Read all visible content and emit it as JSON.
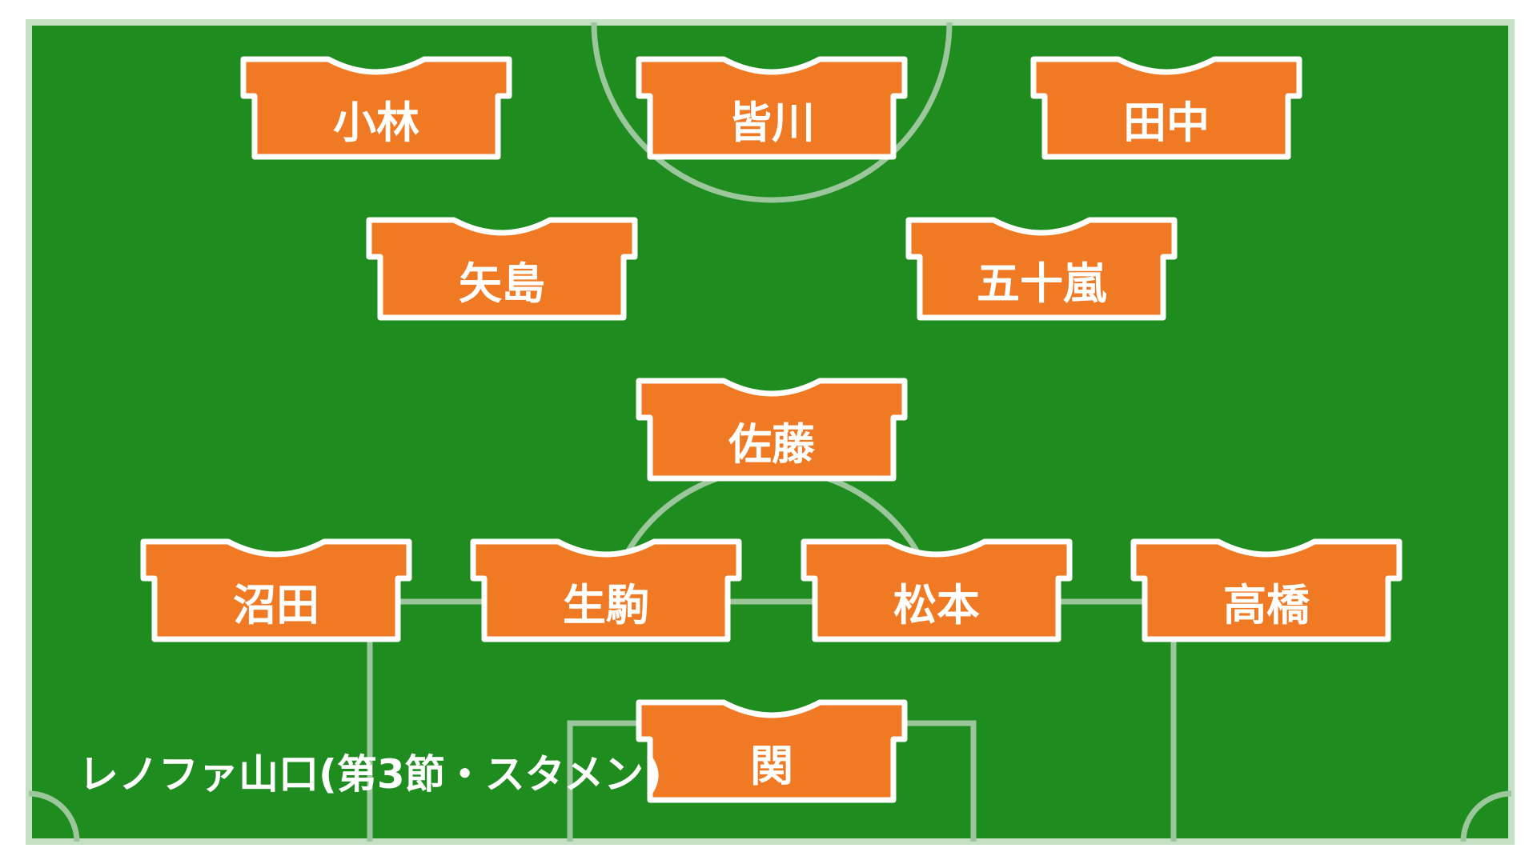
{
  "caption": "レノファ山口(第3節・スタメン)",
  "colors": {
    "pitch": "#1e8c1e",
    "lines": "#9cc79c",
    "border": "#c6e0c6",
    "shirt": "#f07a24",
    "shirt_outline": "#ffffff"
  },
  "players": [
    {
      "name": "小林"
    },
    {
      "name": "皆川"
    },
    {
      "name": "田中"
    },
    {
      "name": "矢島"
    },
    {
      "name": "五十嵐"
    },
    {
      "name": "佐藤"
    },
    {
      "name": "沼田"
    },
    {
      "name": "生駒"
    },
    {
      "name": "松本"
    },
    {
      "name": "高橋"
    },
    {
      "name": "関"
    }
  ]
}
